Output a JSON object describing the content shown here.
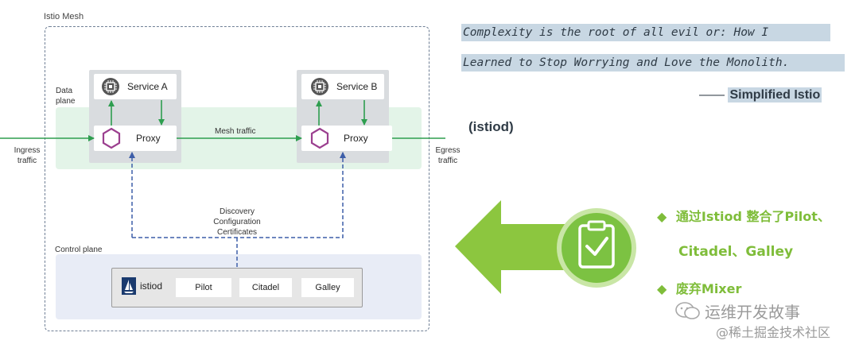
{
  "diagram": {
    "mesh_label": "Istio Mesh",
    "data_plane_label_1": "Data",
    "data_plane_label_2": "plane",
    "service_a": "Service A",
    "service_b": "Service B",
    "proxy_a": "Proxy",
    "proxy_b": "Proxy",
    "mesh_traffic": "Mesh traffic",
    "ingress_1": "Ingress",
    "ingress_2": "traffic",
    "egress_1": "Egress",
    "egress_2": "traffic",
    "discovery": "Discovery",
    "configuration": "Configuration",
    "certificates": "Certificates",
    "control_plane_label": "Control plane",
    "istiod": "istiod",
    "pilot": "Pilot",
    "citadel": "Citadel",
    "galley": "Galley"
  },
  "quote": {
    "line1": "Complexity is the root of all evil or: How I",
    "line2": "Learned to Stop Worrying and Love the Monolith.",
    "dash": "——",
    "attribution": "Simplified Istio",
    "sub": "(istiod)"
  },
  "bullets": {
    "marker": "◆",
    "b1_line1": "通过Istiod 整合了Pilot、",
    "b1_line2": "Citadel、Galley",
    "b2": "废弃Mixer"
  },
  "watermark": {
    "line1": "运维开发故事",
    "line2": "@稀土掘金技术社区"
  },
  "colors": {
    "green_arrow": "#2e9e4f",
    "dashed_blue": "#3d5ea8",
    "hexagon": "#9b3f8f",
    "big_arrow": "#8cc63f",
    "circle": "#7cc242"
  }
}
